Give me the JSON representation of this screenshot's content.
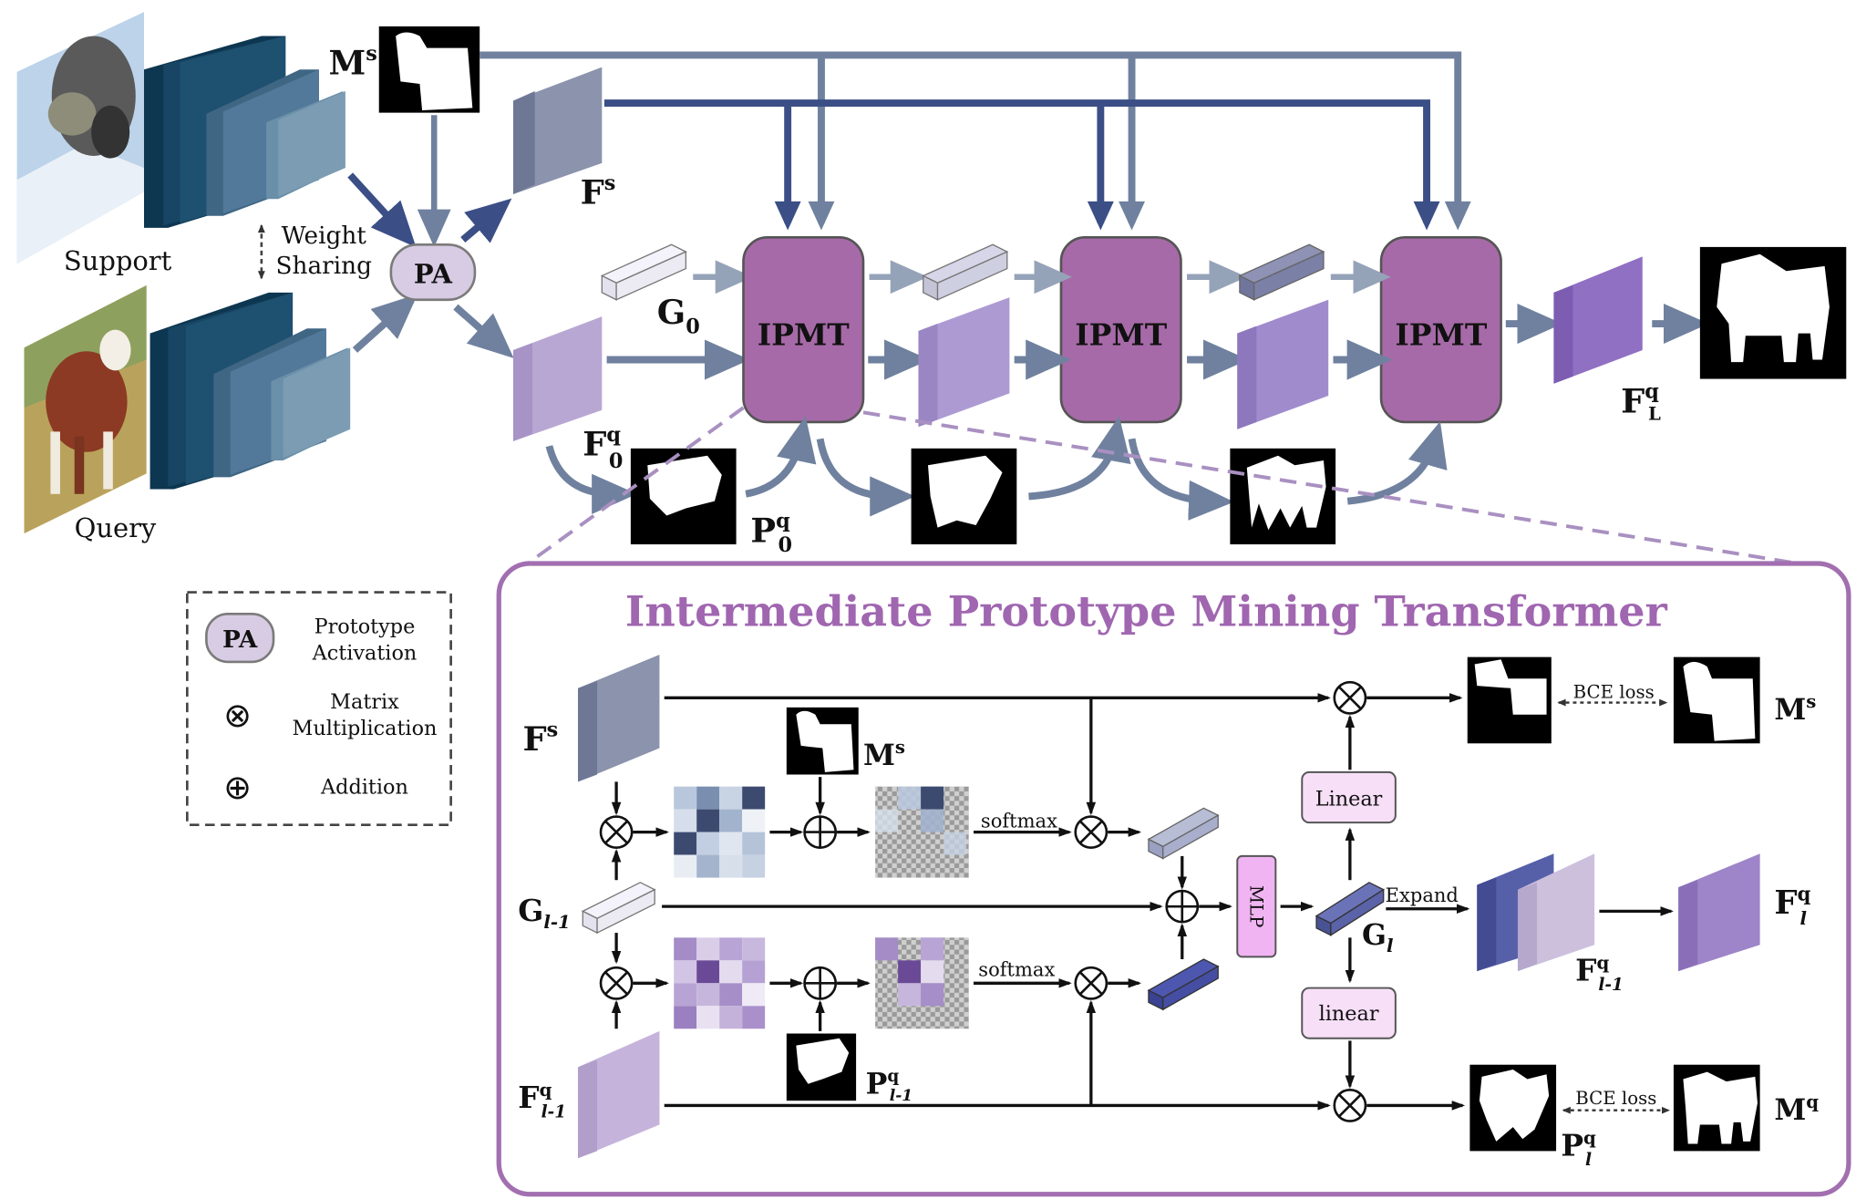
{
  "overview": {
    "support_label": "Support",
    "query_label": "Query",
    "weight_sharing": [
      "Weight",
      "Sharing"
    ],
    "pa_label": "PA",
    "ipmt_label": "IPMT",
    "fs_label": {
      "main": "F",
      "sup": "s"
    },
    "f0q_label": {
      "main": "F",
      "sup": "q",
      "sub": "0"
    },
    "g0_label": {
      "main": "G",
      "sub": "0"
    },
    "p0q_label": {
      "main": "P",
      "sup": "q",
      "sub": "0"
    },
    "flq_label": {
      "main": "F",
      "sup": "q",
      "sub": "L"
    },
    "ms_label": {
      "main": "M",
      "sup": "s"
    }
  },
  "legend": {
    "pa": {
      "symbol": "PA",
      "text": [
        "Prototype",
        "Activation"
      ]
    },
    "matmul": {
      "symbol": "⊗",
      "text": [
        "Matrix",
        "Multiplication"
      ]
    },
    "add": {
      "symbol": "⊕",
      "text": [
        "Addition"
      ]
    }
  },
  "detail": {
    "title": "Intermediate Prototype Mining Transformer",
    "fs": {
      "main": "F",
      "sup": "s"
    },
    "ms": {
      "main": "M",
      "sup": "s"
    },
    "g_prev": {
      "main": "G",
      "sub": "l-1"
    },
    "f_prev": {
      "main": "F",
      "sup": "q",
      "sub": "l-1"
    },
    "p_prev": {
      "main": "P",
      "sup": "q",
      "sub": "l-1"
    },
    "g_cur": {
      "main": "G",
      "sub": "l"
    },
    "f_cur": {
      "main": "F",
      "sup": "q",
      "sub": "l"
    },
    "f_prev_right": {
      "main": "F",
      "sup": "q",
      "sub": "l-1"
    },
    "p_cur": {
      "main": "P",
      "sup": "q",
      "sub": "l"
    },
    "ms_right": {
      "main": "M",
      "sup": "s"
    },
    "mq_right": {
      "main": "M",
      "sup": "q"
    },
    "softmax_top": "softmax",
    "softmax_bottom": "softmax",
    "mlp": "MLP",
    "linear_top": "Linear",
    "linear_bottom": "linear",
    "expand": "Expand",
    "bce_top": "BCE loss",
    "bce_bottom": "BCE loss"
  },
  "colors": {
    "arrow_dark": "#3b4f86",
    "arrow_mid": "#6f819e",
    "ipmt_fill": "#a76aa8",
    "purple_border": "#a26fb0",
    "title_purple": "#a066b0",
    "backbone": "#14405e",
    "backbone_light": "#6a8fa8"
  }
}
